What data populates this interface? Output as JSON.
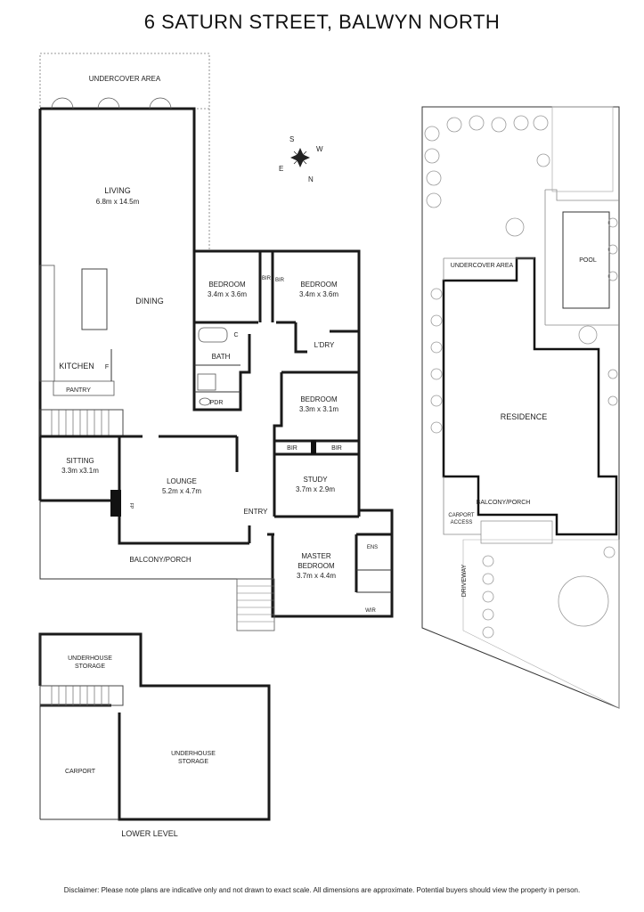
{
  "title": "6 SATURN STREET, BALWYN NORTH",
  "disclaimer": "Disclaimer: Please note plans are indicative only and not drawn to exact scale. All dimensions are approximate. Potential buyers should view the property in person.",
  "compass": {
    "s": "S",
    "w": "W",
    "e": "E",
    "n": "N"
  },
  "main_level": {
    "undercover_area": "UNDERCOVER AREA",
    "living": {
      "name": "LIVING",
      "size": "6.8m x 14.5m"
    },
    "dining": "DINING",
    "kitchen": "KITCHEN",
    "kitchen_f": "F",
    "pantry": "PANTRY",
    "bedroom1": {
      "name": "BEDROOM",
      "size": "3.4m x 3.6m"
    },
    "bedroom2": {
      "name": "BEDROOM",
      "size": "3.4m x 3.6m"
    },
    "bir1": "BIR",
    "bir2": "BIR",
    "bath": "BATH",
    "c": "C",
    "pdr": "PDR",
    "ldry": "L'DRY",
    "bedroom3": {
      "name": "BEDROOM",
      "size": "3.3m x 3.1m"
    },
    "bir3": "BIR",
    "bir4": "BIR",
    "study": {
      "name": "STUDY",
      "size": "3.7m x 2.9m"
    },
    "sitting": {
      "name": "SITTING",
      "size": "3.3m x3.1m"
    },
    "lounge": {
      "name": "LOUNGE",
      "size": "5.2m x 4.7m"
    },
    "fp": "FP",
    "entry": "ENTRY",
    "balcony": "BALCONY/PORCH",
    "master": {
      "name1": "MASTER",
      "name2": "BEDROOM",
      "size": "3.7m x 4.4m"
    },
    "ens": "ENS",
    "wir": "WIR"
  },
  "lower_level": {
    "label": "LOWER LEVEL",
    "storage1": {
      "line1": "UNDERHOUSE",
      "line2": "STORAGE"
    },
    "storage2": {
      "line1": "UNDERHOUSE",
      "line2": "STORAGE"
    },
    "carport": "CARPORT"
  },
  "site_plan": {
    "undercover_area": "UNDERCOVER AREA",
    "pool": "POOL",
    "residence": "RESIDENCE",
    "balcony": "BALCONY/PORCH",
    "carport_access1": "CARPORT",
    "carport_access2": "ACCESS",
    "driveway": "DRIVEWAY"
  }
}
